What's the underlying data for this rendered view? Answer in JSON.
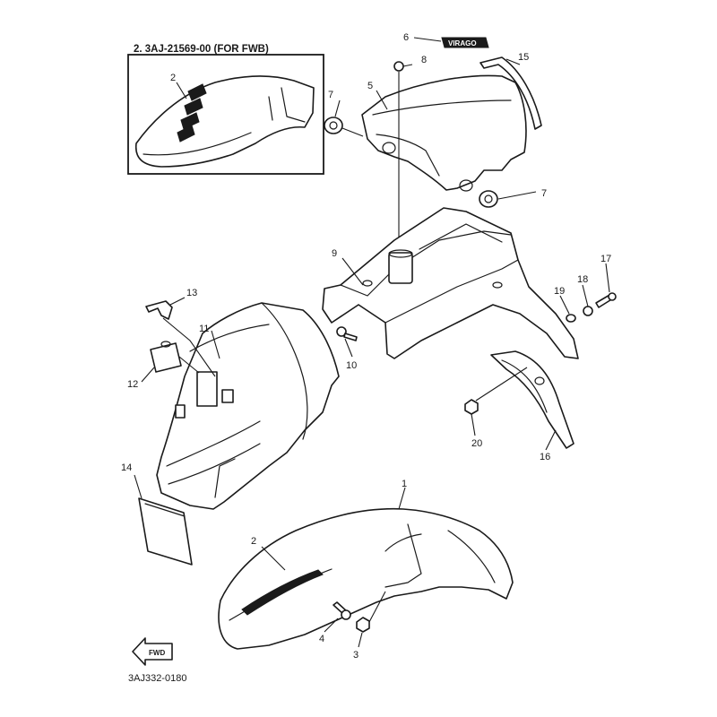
{
  "inset": {
    "title": "2. 3AJ-21569-00 (FOR FWB)",
    "callout": "2"
  },
  "callouts": {
    "c1": "1",
    "c2": "2",
    "c3": "3",
    "c4": "4",
    "c5": "5",
    "c6": "6",
    "c7a": "7",
    "c7b": "7",
    "c8": "8",
    "c9": "9",
    "c10": "10",
    "c11": "11",
    "c12": "12",
    "c13": "13",
    "c14": "14",
    "c15": "15",
    "c16": "16",
    "c17": "17",
    "c18": "18",
    "c19": "19",
    "c20": "20"
  },
  "emblem_text": "VIRAGO",
  "fwd_label": "FWD",
  "drawing_number": "3AJ332-0180"
}
